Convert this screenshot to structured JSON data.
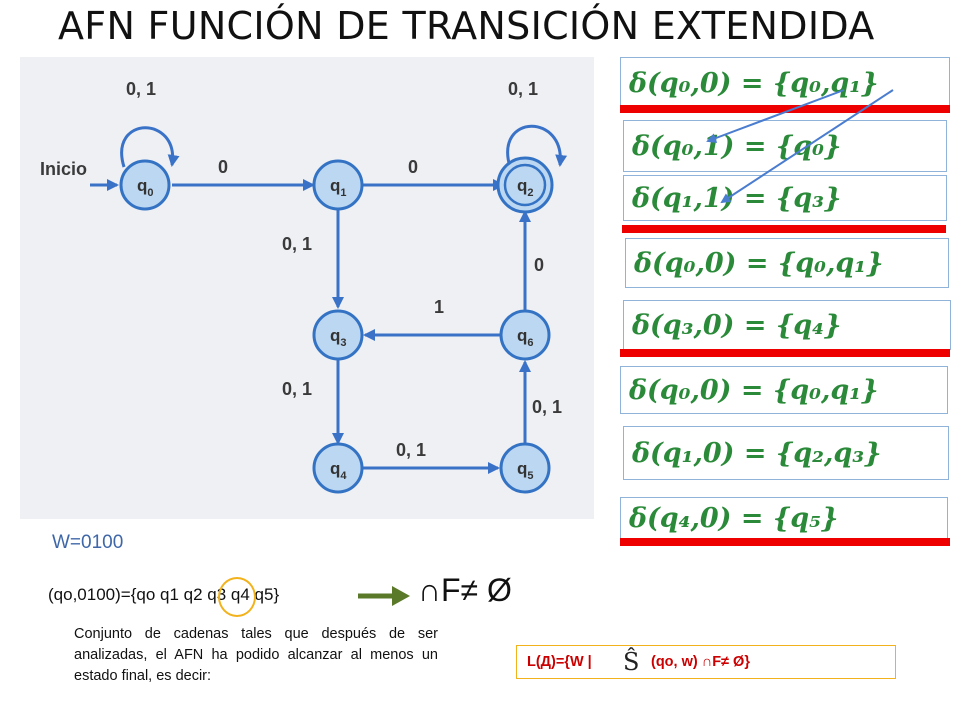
{
  "title": "AFN FUNCIÓN DE TRANSICIÓN EXTENDIDA",
  "diagram": {
    "start_label": "Inicio",
    "states": [
      {
        "id": "q0",
        "base": "q",
        "sub": "0",
        "accepting": false
      },
      {
        "id": "q1",
        "base": "q",
        "sub": "1",
        "accepting": false
      },
      {
        "id": "q2",
        "base": "q",
        "sub": "2",
        "accepting": true
      },
      {
        "id": "q3",
        "base": "q",
        "sub": "3",
        "accepting": false
      },
      {
        "id": "q6",
        "base": "q",
        "sub": "6",
        "accepting": false
      },
      {
        "id": "q4",
        "base": "q",
        "sub": "4",
        "accepting": false
      },
      {
        "id": "q5",
        "base": "q",
        "sub": "5",
        "accepting": false
      }
    ],
    "edges": [
      {
        "from": "q0",
        "to": "q0",
        "label": "0, 1"
      },
      {
        "from": "q0",
        "to": "q1",
        "label": "0"
      },
      {
        "from": "q1",
        "to": "q2",
        "label": "0"
      },
      {
        "from": "q2",
        "to": "q2",
        "label": "0, 1"
      },
      {
        "from": "q1",
        "to": "q3",
        "label": "0, 1"
      },
      {
        "from": "q6",
        "to": "q2",
        "label": "0"
      },
      {
        "from": "q6",
        "to": "q3",
        "label": "1"
      },
      {
        "from": "q3",
        "to": "q4",
        "label": "0, 1"
      },
      {
        "from": "q5",
        "to": "q6",
        "label": "0, 1"
      },
      {
        "from": "q4",
        "to": "q5",
        "label": "0, 1"
      }
    ]
  },
  "transitions": [
    {
      "lhs": "δ(q₀,0)",
      "rhs": "{q₀,q₁}"
    },
    {
      "lhs": "δ(q₀,1)",
      "rhs": "{q₀}"
    },
    {
      "lhs": "δ(q₁,1)",
      "rhs": "{q₃}"
    },
    {
      "lhs": "δ(q₀,0)",
      "rhs": "{q₀,q₁}"
    },
    {
      "lhs": "δ(q₃,0)",
      "rhs": "{q₄}"
    },
    {
      "lhs": "δ(q₀,0)",
      "rhs": "{q₀,q₁}"
    },
    {
      "lhs": "δ(q₁,0)",
      "rhs": "{q₂,q₃}"
    },
    {
      "lhs": "δ(q₄,0)",
      "rhs": "{q₅}"
    }
  ],
  "input_string": "W=0100",
  "extended_eval": "(qo,0100)={qo q1 q2 q3 q4 q5}",
  "intersection_condition": "∩F≠ Ø",
  "description": "Conjunto de cadenas tales que después de ser analizadas, el AFN ha podido alcanzar al menos un estado final, es decir:",
  "language_def": {
    "left": "L(Д)={W |",
    "hat": "Ŝ",
    "right": "(qo, w) ∩F≠ Ø}"
  },
  "colors": {
    "state_fill": "#bcd7f2",
    "state_stroke": "#3473c4",
    "arrow": "#3a72c8",
    "handwriting": "#2b8a3a",
    "red_bar": "#ee0000",
    "highlight_ring": "#f2b21c",
    "olive_arrow": "#5a7a2a",
    "accent_text": "#3f67a8",
    "language_text": "#cc0000"
  }
}
